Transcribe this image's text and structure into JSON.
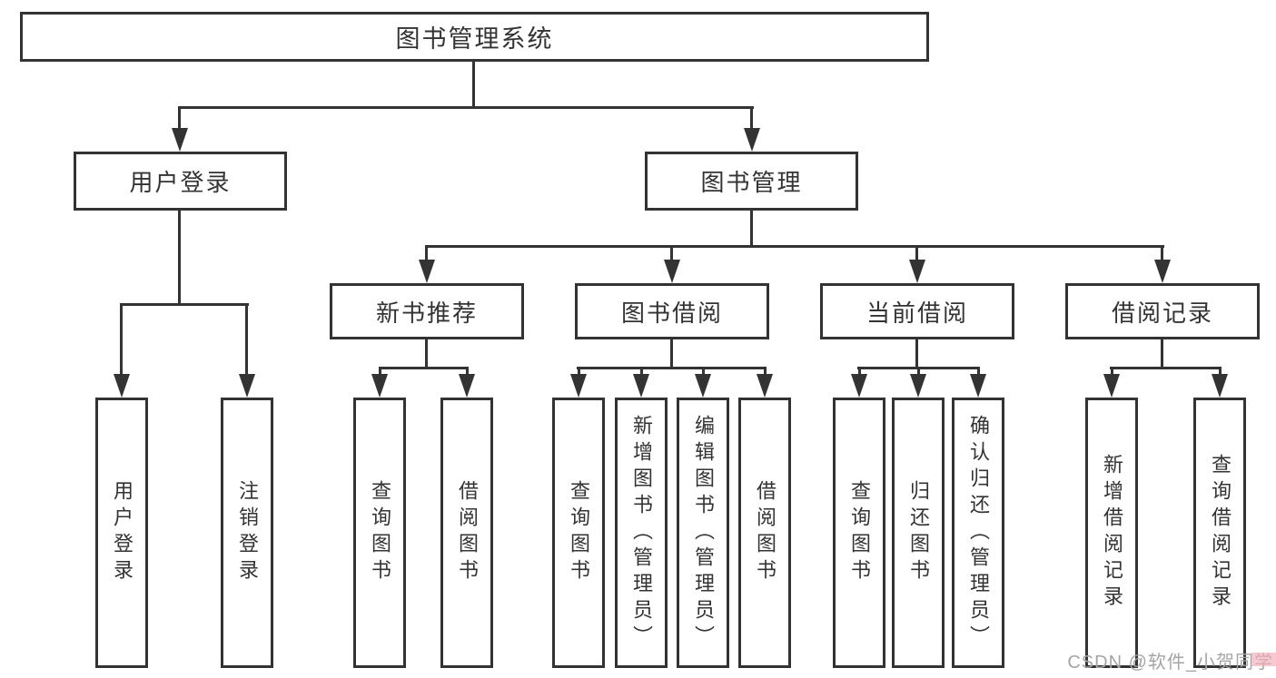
{
  "diagram": {
    "root": {
      "label": "图书管理系统"
    },
    "level2": [
      {
        "label": "用户登录",
        "parent": "图书管理系统"
      },
      {
        "label": "图书管理",
        "parent": "图书管理系统"
      }
    ],
    "level3": [
      {
        "label": "新书推荐",
        "parent": "图书管理"
      },
      {
        "label": "图书借阅",
        "parent": "图书管理"
      },
      {
        "label": "当前借阅",
        "parent": "图书管理"
      },
      {
        "label": "借阅记录",
        "parent": "图书管理"
      }
    ],
    "leaves": [
      {
        "label": "用户登录",
        "parent": "用户登录"
      },
      {
        "label": "注销登录",
        "parent": "用户登录"
      },
      {
        "label": "查询图书",
        "parent": "新书推荐"
      },
      {
        "label": "借阅图书",
        "parent": "新书推荐"
      },
      {
        "label": "查询图书",
        "parent": "图书借阅"
      },
      {
        "label": "新增图书（管理员）",
        "parent": "图书借阅"
      },
      {
        "label": "编辑图书（管理员）",
        "parent": "图书借阅"
      },
      {
        "label": "借阅图书",
        "parent": "图书借阅"
      },
      {
        "label": "查询图书",
        "parent": "当前借阅"
      },
      {
        "label": "归还图书",
        "parent": "当前借阅"
      },
      {
        "label": "确认归还（管理员）",
        "parent": "当前借阅"
      },
      {
        "label": "新增借阅记录",
        "parent": "借阅记录"
      },
      {
        "label": "查询借阅记录",
        "parent": "借阅记录"
      }
    ],
    "colors": {
      "line": "#333333",
      "text": "#333333",
      "background": "#ffffff",
      "watermark_text": "#a5a5a5",
      "watermark_accent": "#f3aeb8"
    }
  },
  "watermark": {
    "text": "CSDN @软件_小贺同学"
  }
}
